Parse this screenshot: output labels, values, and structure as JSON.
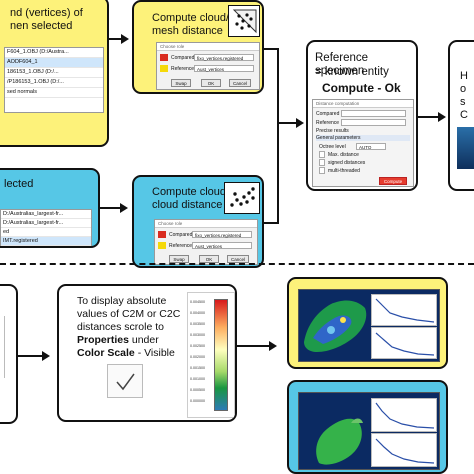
{
  "top_left": {
    "title_line1": "nd (vertices) of",
    "title_line2": "nen selected",
    "list": [
      "F604_1.OBJ (D:/Austra...",
      "AODF604_1",
      "186153_1.OBJ (D:/...",
      "/P186153_1.OBJ (D:/...",
      "sed normals"
    ],
    "selected_index": 1
  },
  "c2m_box": {
    "title_line1": "Compute cloud/",
    "title_line2": "mesh distance",
    "dialog": {
      "title": "Choose role",
      "compared_label": "Compared",
      "compared_value": "fixo_vertices.registered",
      "reference_label": "Reference",
      "reference_value": "Aust_vertices",
      "btn_swap": "Swap",
      "btn_ok": "OK",
      "btn_cancel": "Cancel"
    }
  },
  "ref_box": {
    "line1": "Reference specimen",
    "line2": "= known entity",
    "line3": "Compute - Ok",
    "panel_title": "Distance computation",
    "compared_label": "Compared",
    "reference_label": "Reference",
    "rows": [
      "Precise results",
      "General parameters",
      "Octree level",
      "Max. distance",
      "signed distances",
      "multi-threaded"
    ],
    "level_value": "AUTO",
    "compute_btn": "Compute"
  },
  "right_box": {
    "lines": [
      "H",
      "o",
      "s",
      "C"
    ]
  },
  "bl_box": {
    "title": "lected",
    "list": [
      "D:/Australias_largest-fr...",
      "D:/Australias_largest-fr...",
      "ed",
      "IMT.registered"
    ]
  },
  "c2c_box": {
    "title_line1": "Compute cloud/",
    "title_line2": "cloud distance",
    "dialog": {
      "title": "Choose role",
      "compared_label": "Compared",
      "compared_value": "fixo_vertices.registered",
      "reference_label": "Reference",
      "reference_value": "Aust_vertices",
      "btn_swap": "Swap",
      "btn_ok": "OK",
      "btn_cancel": "Cancel"
    }
  },
  "display_box": {
    "line1": "To display absolute",
    "line2": "values of C2M or C2C",
    "line3": "distances scrole to",
    "bold1": "Properties",
    "line4_rest": " under",
    "bold2": "Color Scale",
    "line5_rest": " - Visible",
    "scale_values": [
      "0.004500",
      "0.004000",
      "0.003500",
      "0.003000",
      "0.002500",
      "0.002000",
      "0.001500",
      "0.001000",
      "0.000500",
      "0.000000"
    ]
  },
  "colors": {
    "yellow": "#fdf27a",
    "blue": "#56c7e6",
    "scale_top": "#d7191c",
    "scale_bottom": "#2c7bb6"
  }
}
